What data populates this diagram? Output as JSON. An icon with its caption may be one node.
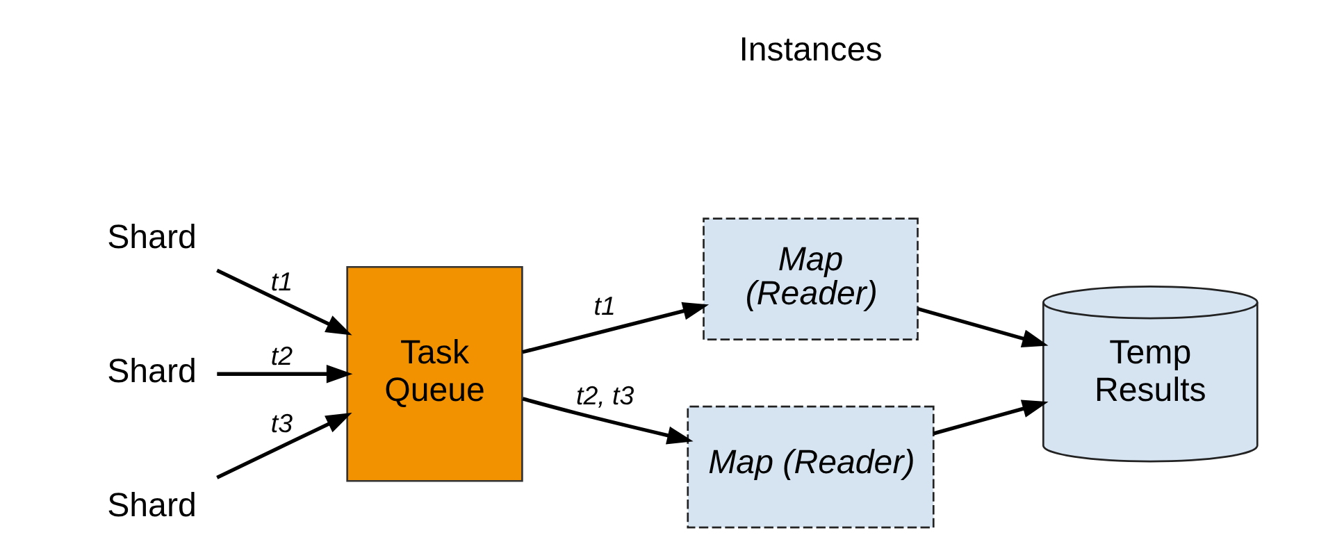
{
  "diagram": {
    "nodes": [
      {
        "text": [
          "Shard"
        ]
      },
      {
        "text": [
          "Shard"
        ]
      },
      {
        "text": [
          "Shard"
        ]
      },
      {
        "text": [
          "Task Queue"
        ]
      },
      {
        "text": [
          "Map (Reader)"
        ]
      },
      {
        "text": [
          "Map (Reader)"
        ]
      },
      {
        "text": [
          "Temp Results"
        ]
      }
    ],
    "edges": [
      {
        "from": 0,
        "to": 3,
        "arrow": "to",
        "label": "t1"
      },
      {
        "from": 1,
        "to": 3,
        "arrow": "to",
        "label": "t2"
      },
      {
        "from": 2,
        "to": 3,
        "arrow": "to",
        "label": "t3"
      },
      {
        "from": 3,
        "to": 4,
        "arrow": "to",
        "label": "t1"
      },
      {
        "from": 3,
        "to": 5,
        "arrow": "to",
        "label": "t2, t3"
      },
      {
        "from": 4,
        "to": 6,
        "arrow": "to"
      },
      {
        "from": 5,
        "to": 6,
        "arrow": "to"
      }
    ],
    "labels": [
      "Instances"
    ]
  }
}
